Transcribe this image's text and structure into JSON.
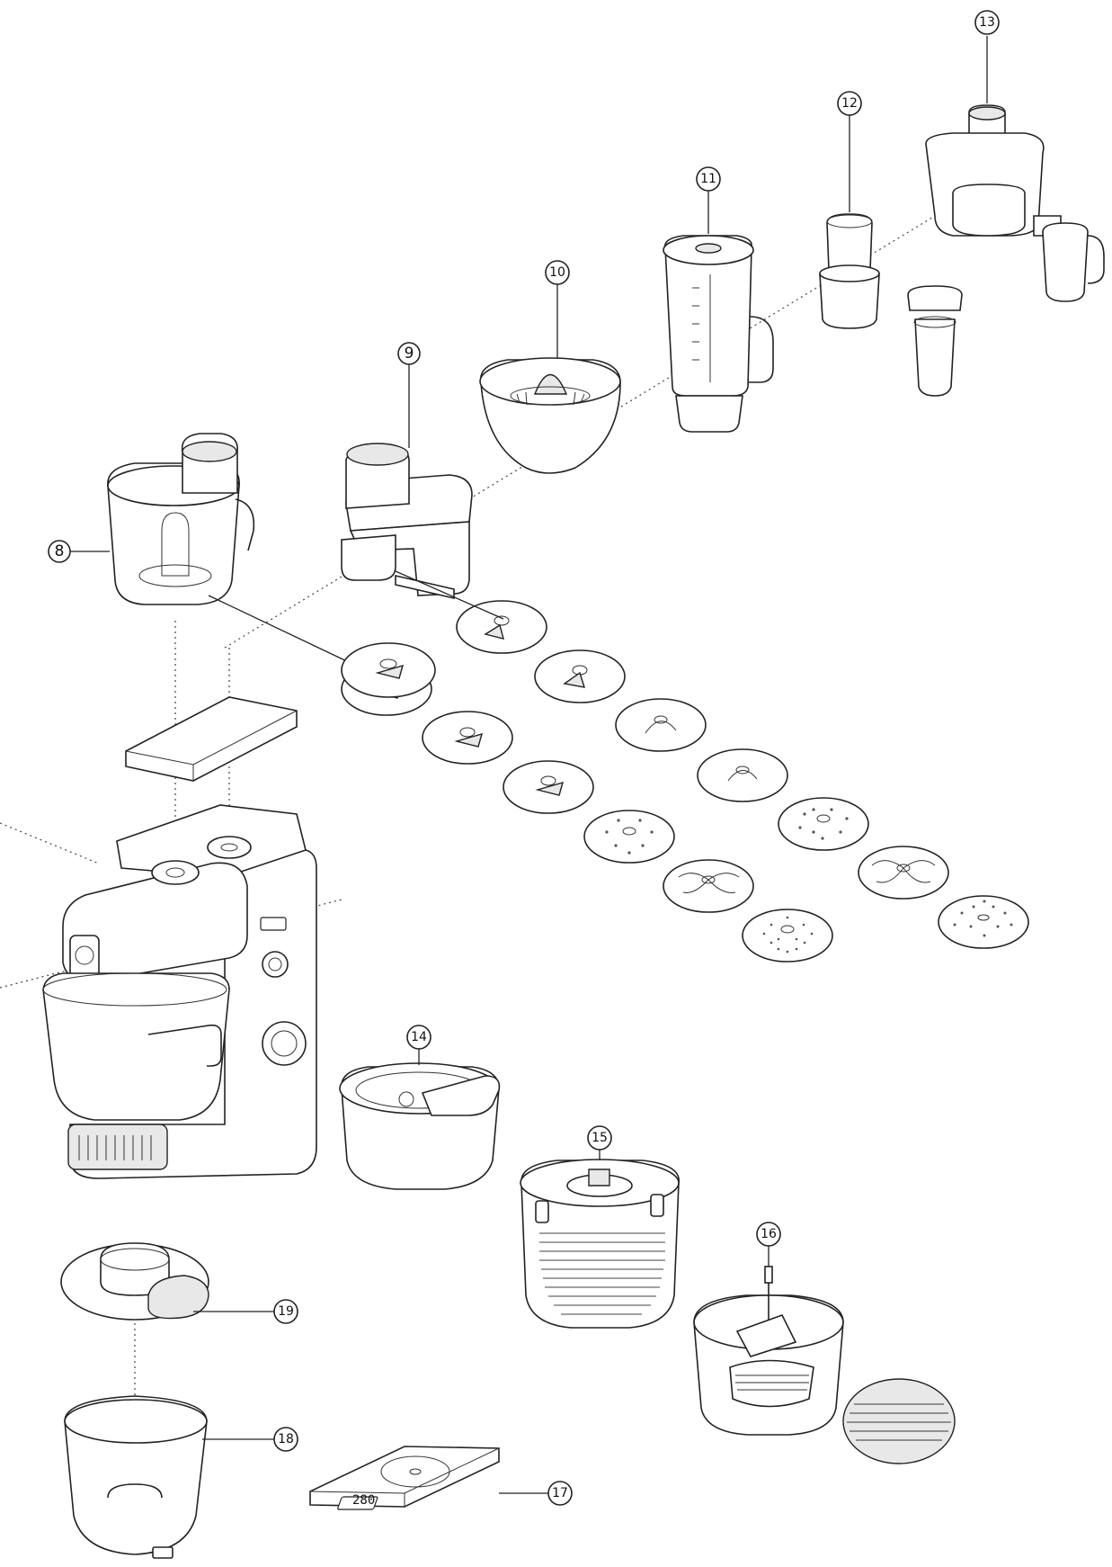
{
  "callouts": {
    "c8": "8",
    "c9": "9",
    "c10": "10",
    "c11": "11",
    "c12": "12",
    "c13": "13",
    "c14": "14",
    "c15": "15",
    "c16": "16",
    "c17": "17",
    "c18": "18",
    "c19": "19"
  },
  "scale": {
    "display": "280"
  },
  "colors": {
    "line": "#222222",
    "background": "#ffffff",
    "shade": "#e8e8e8"
  }
}
